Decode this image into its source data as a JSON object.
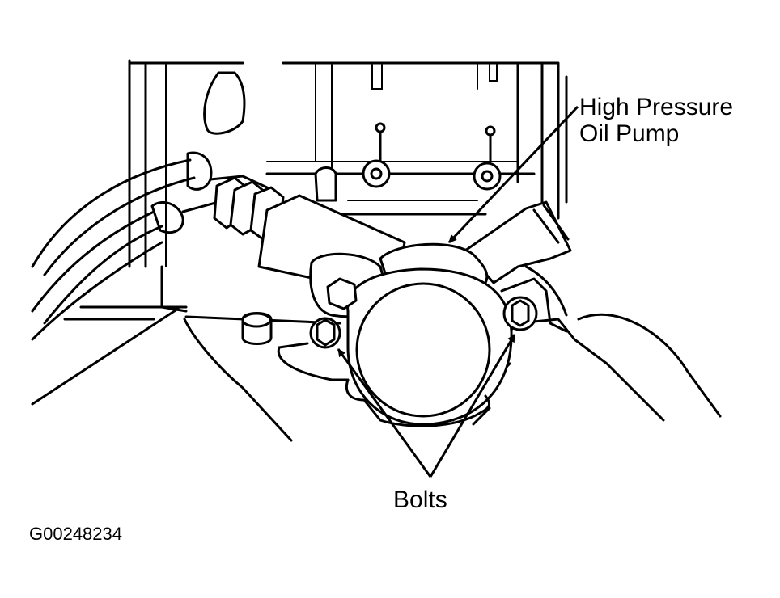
{
  "labels": {
    "pump_line1": "High Pressure",
    "pump_line2": "Oil Pump",
    "bolts": "Bolts",
    "figure_code": "G00248234"
  },
  "colors": {
    "ink": "#000000",
    "background": "#ffffff"
  }
}
